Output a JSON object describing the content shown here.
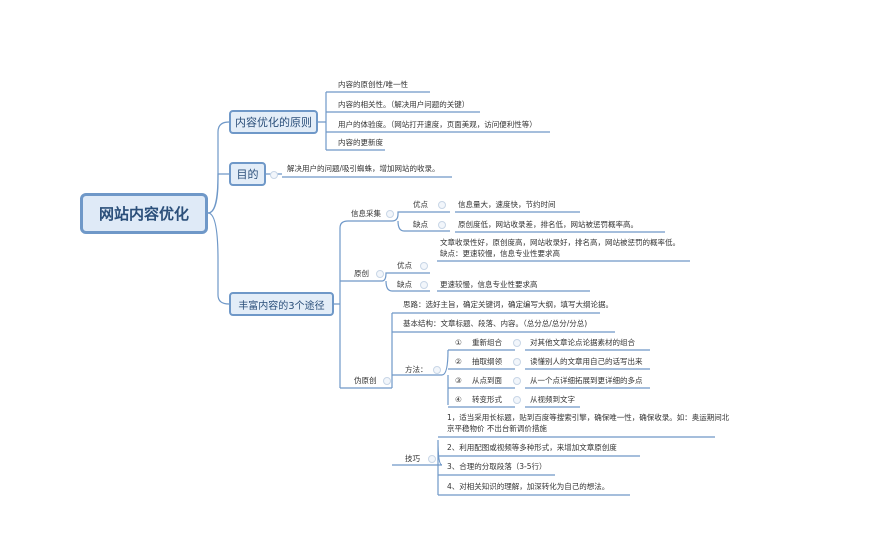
{
  "root": "网站内容优化",
  "branches": {
    "principles": {
      "label": "内容优化的原则",
      "items": [
        "内容的原创性/唯一性",
        "内容的相关性。（解决用户问题的关键）",
        "用户的体验度。（网站打开速度，页面美观，访问便利性等）",
        "内容的更新度"
      ]
    },
    "purpose": {
      "label": "目的",
      "text": "解决用户的问题/吸引蜘蛛，增加网站的收录。"
    },
    "ways": {
      "label": "丰富内容的3个途径",
      "collect": {
        "label": "信息采集",
        "pros_label": "优点",
        "pros": "信息量大，速度快，节约时间",
        "cons_label": "缺点",
        "cons": "原创度低，网站收录差，排名低，网站被惩罚概率高。"
      },
      "original": {
        "label": "原创",
        "note1": "文章收录性好，原创度高，网站收录好，排名高，网站被惩罚的概率低。",
        "note2": "缺点：更速较慢，信息专业性要求高",
        "pros_label": "优点",
        "cons_label": "缺点",
        "cons": "更速较慢，信息专业性要求高"
      },
      "pseudo": {
        "label": "伪原创",
        "idea": "思路：选好主旨，确定关键词，确定编写大纲，填写大纲论据。",
        "structure": "基本结构：文章标题、段落、内容。（总分总/总分/分总)",
        "methods_label": "方法：",
        "methods": [
          {
            "num": "①",
            "name": "重新组合",
            "desc": "对其他文章论点论据素材的组合"
          },
          {
            "num": "②",
            "name": "抽取纲领",
            "desc": "读懂别人的文章用自己的话写出来"
          },
          {
            "num": "③",
            "name": "从点到面",
            "desc": "从一个点详细拓展到更详细的多点"
          },
          {
            "num": "④",
            "name": "转变形式",
            "desc": "从视频到文字"
          }
        ],
        "tips_label": "技巧",
        "tip1a": "1，适当采用长标题，贴到百度等搜索引擎，确保唯一性，确保收录。如：奥运期间北",
        "tip1b": "京平稳物价 不出台新调价措施",
        "tips": [
          "2、利用配图或视频等多种形式，来增加文章原创度",
          "3、合理的分取段落（3-5行）",
          "4、对相关知识的理解，加深转化为自己的想法。"
        ]
      }
    }
  }
}
